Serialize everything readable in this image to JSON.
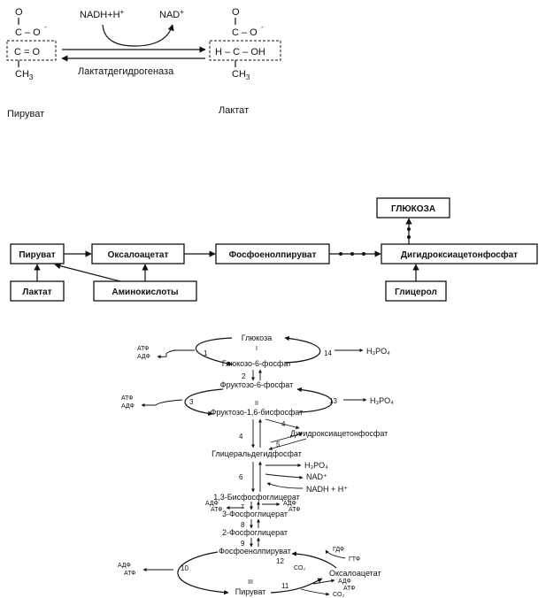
{
  "reaction": {
    "pyruvate": {
      "o_top": "O",
      "c_o_minus": "C – O",
      "minus": "-",
      "center": "C = O",
      "ch3": "CH",
      "ch3_sub": "3",
      "name": "Пируват"
    },
    "lactate": {
      "o_top": "O",
      "c_o_minus": "C – O",
      "minus": "-",
      "center": "H – C – OH",
      "ch3": "CH",
      "ch3_sub": "3",
      "name": "Лактат"
    },
    "nadh": "NADH+H",
    "nadh_sup": "+",
    "nad": "NAD",
    "nad_sup": "+",
    "enzyme": "Лактатдегидрогеназа"
  },
  "gluconeo_scheme": {
    "pyruvate": "Пируват",
    "oxaloacetate": "Оксалоацетат",
    "pep": "Фосфоенолпируват",
    "dhap": "Дигидроксиацетонфосфат",
    "glucose": "ГЛЮКОЗА",
    "lactate": "Лактат",
    "amino_acids": "Аминокислоты",
    "glycerol": "Глицерол"
  },
  "pathway": {
    "glucose": "Глюкоза",
    "g6p": "Глюкозо-6-фосфат",
    "f6p": "Фруктозо-6-фосфат",
    "f16bp": "Фруктозо-1,6-бисфосфат",
    "dhap": "Дигидроксиацетонфосфат",
    "gap": "Глицеральдегидфосфат",
    "bpg13": "1,3-Бисфосфоглицерат",
    "pg3": "3-Фосфоглицерат",
    "pg2": "2-Фосфоглицерат",
    "pep": "Фосфоенолпируват",
    "oxaloacetate": "Оксалоацетат",
    "pyruvate": "Пируват",
    "atp": "АТФ",
    "adp": "АДФ",
    "h3po4": "H₃PO₄",
    "nad_plus": "NAD⁺",
    "nadh": "NADH + H⁺",
    "gdp": "ГДФ",
    "gtp": "ГТФ",
    "co2": "CO₂",
    "roman": [
      "I",
      "II",
      "III"
    ],
    "steps": [
      "1",
      "2",
      "3",
      "4",
      "5",
      "6",
      "7",
      "8",
      "9",
      "10",
      "11",
      "12",
      "13",
      "14",
      "4"
    ]
  }
}
